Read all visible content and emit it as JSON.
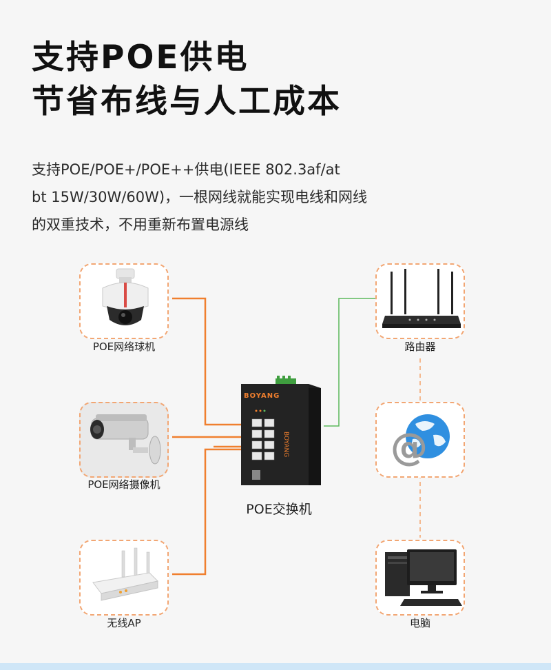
{
  "headline": {
    "line1": "支持POE供电",
    "line2": "节省布线与人工成本"
  },
  "description": {
    "line1": "支持POE/POE+/POE++供电(IEEE 802.3af/at",
    "line2": "bt 15W/30W/60W)，一根网线就能实现电线和网线",
    "line3": "的双重技术，不用重新布置电源线"
  },
  "devices": {
    "dome_camera": "POE网络球机",
    "bullet_camera": "POE网络摄像机",
    "wireless_ap": "无线AP",
    "router": "路由器",
    "computer": "电脑"
  },
  "switch": {
    "label": "POE交换机",
    "brand": "BOYANG"
  },
  "colors": {
    "poe_line": "#f07f2e",
    "uplink_line": "#5cb85c",
    "card_border": "#f2a673",
    "dashed_link": "#f3a36b"
  },
  "icons": {
    "dome_camera": "dome-camera-icon",
    "bullet_camera": "bullet-camera-icon",
    "wireless_ap": "wireless-ap-icon",
    "router": "router-icon",
    "internet": "globe-at-icon",
    "computer": "desktop-computer-icon",
    "switch": "poe-switch-icon"
  }
}
